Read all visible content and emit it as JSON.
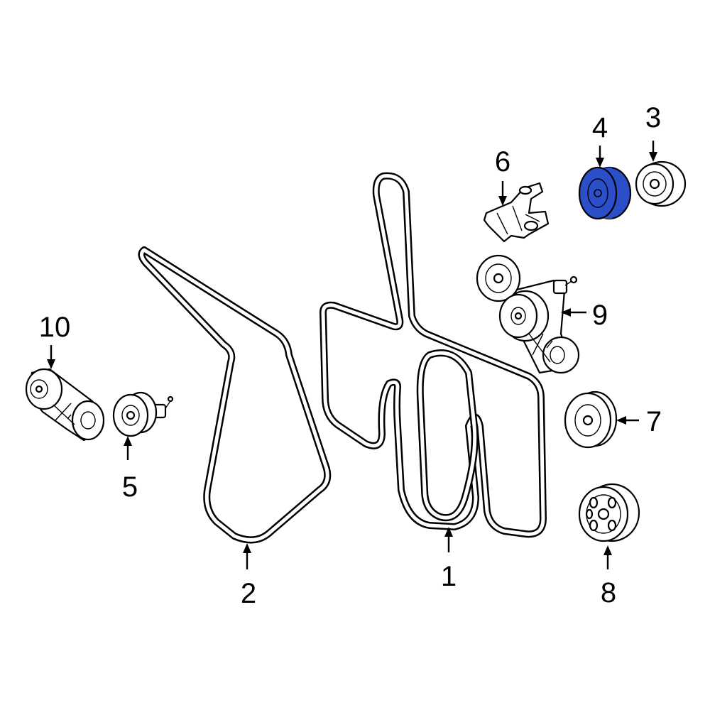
{
  "diagram": {
    "highlight_color": "#2b4ec9",
    "callouts": [
      {
        "id": "1",
        "label": "1"
      },
      {
        "id": "2",
        "label": "2"
      },
      {
        "id": "3",
        "label": "3"
      },
      {
        "id": "4",
        "label": "4"
      },
      {
        "id": "5",
        "label": "5"
      },
      {
        "id": "6",
        "label": "6"
      },
      {
        "id": "7",
        "label": "7"
      },
      {
        "id": "8",
        "label": "8"
      },
      {
        "id": "9",
        "label": "9"
      },
      {
        "id": "10",
        "label": "10"
      }
    ],
    "highlighted_part": "4"
  }
}
